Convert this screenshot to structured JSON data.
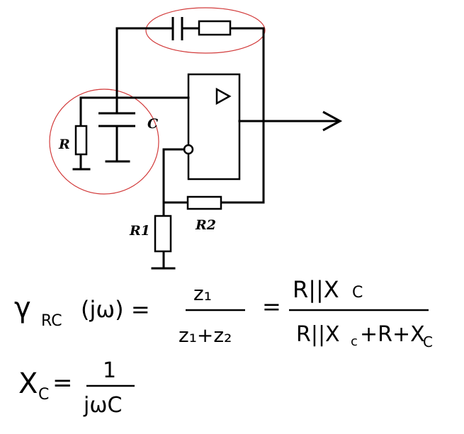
{
  "labels": {
    "r": "R",
    "c": "C",
    "r1": "R1",
    "r2": "R2"
  },
  "formula1": {
    "lhs_gamma": "γ",
    "lhs_sub": "RC",
    "lhs_arg": "(jω) =",
    "frac1_num": "z₁",
    "frac1_den": "z₁+z₂",
    "eq": "=",
    "frac2_num": "R||X",
    "frac2_num_sub": "C",
    "frac2_den": "R||X",
    "frac2_den_sub": "c",
    "frac2_den_rest": "+R+X",
    "frac2_den_sub2": "C"
  },
  "formula2": {
    "lhs": "X",
    "lhs_sub": "C",
    "eq": "=",
    "num": "1",
    "den": "jωC"
  },
  "colors": {
    "ink": "#000000",
    "highlight": "#d23b3b"
  }
}
